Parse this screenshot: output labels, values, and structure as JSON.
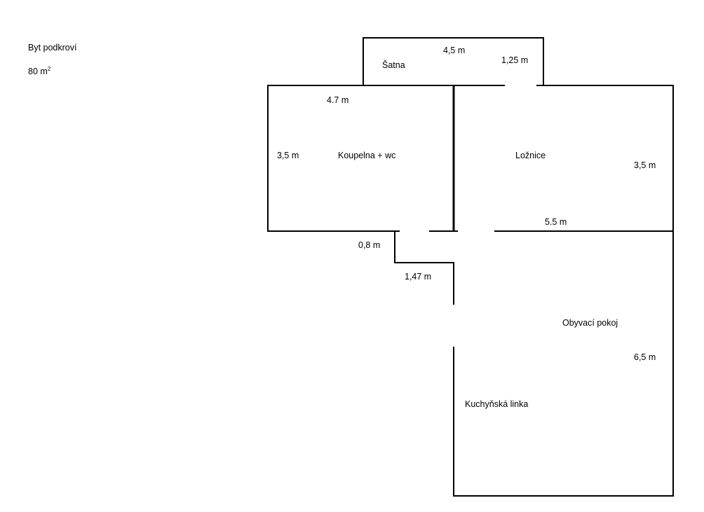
{
  "title": "Byt podkroví",
  "area": {
    "value": "80 m",
    "unit_exponent": "2"
  },
  "rooms": {
    "satna": "Šatna",
    "koupelna": "Koupelna + wc",
    "loznice": "Ložnice",
    "obyvaci": "Obyvací  pokoj",
    "kuchyn": "Kuchyňská linka"
  },
  "dimensions": {
    "satna_width": "4,5 m",
    "satna_door": "1,25 m",
    "koupelna_width": "4.7 m",
    "koupelna_height": "3,5 m",
    "loznice_height": "3,5 m",
    "loznice_width": "5.5 m",
    "corridor_width": "0,8 m",
    "corridor_length": "1,47 m",
    "obyvaci_length": "6,5 m"
  }
}
